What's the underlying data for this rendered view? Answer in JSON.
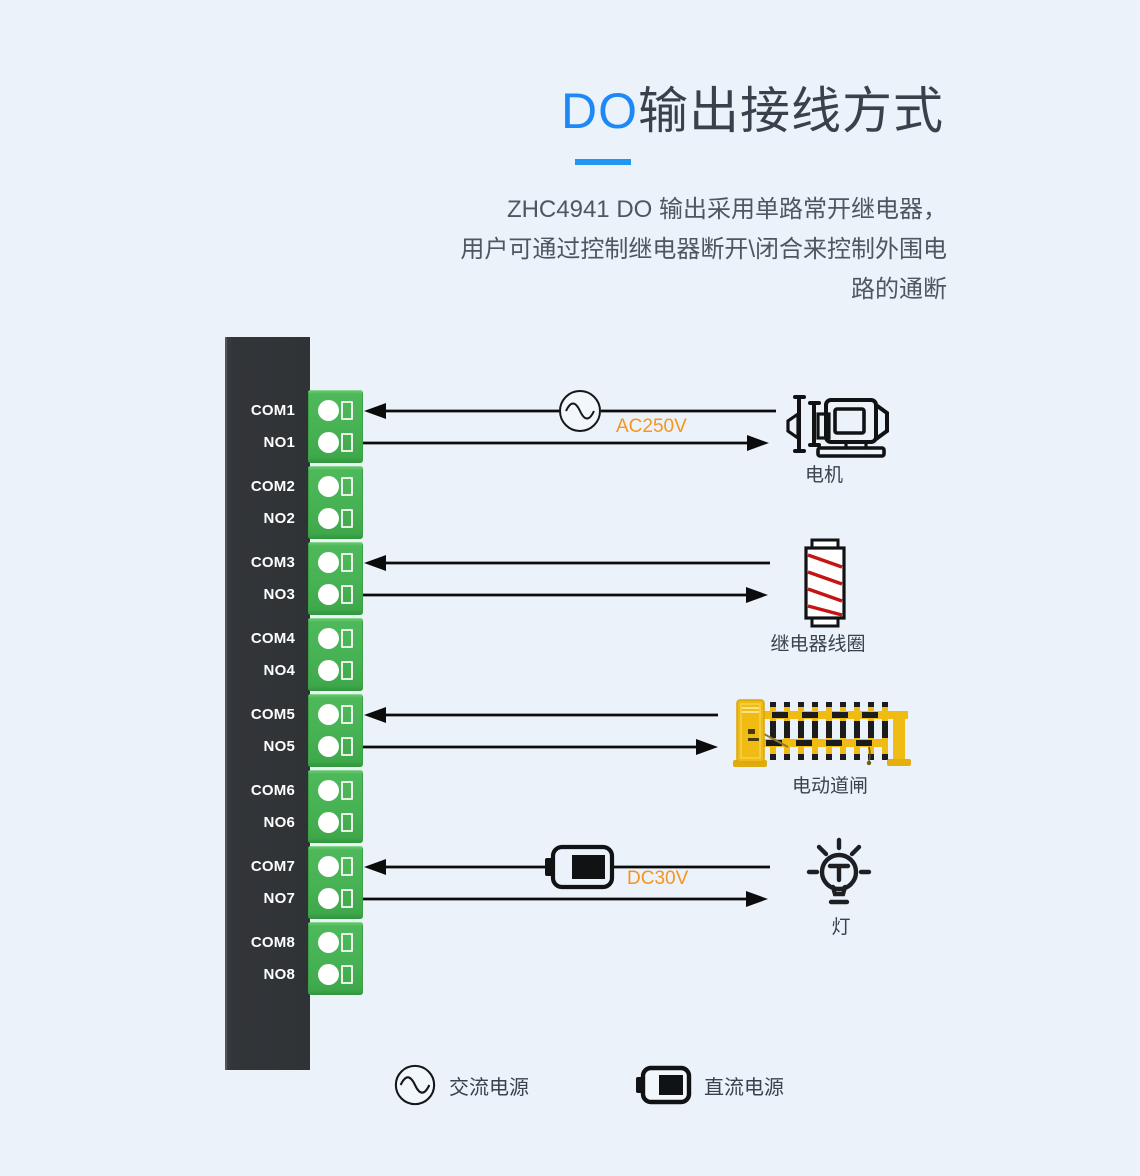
{
  "header": {
    "title_accent": "DO",
    "title_rest": "输出接线方式",
    "subtitle_lines": [
      "ZHC4941 DO 输出采用单路常开继电器，",
      "用户可通过控制继电器断开\\闭合来控制外围电",
      "路的通断"
    ]
  },
  "terminal": {
    "rows": [
      {
        "com": "COM1",
        "no": "NO1"
      },
      {
        "com": "COM2",
        "no": "NO2"
      },
      {
        "com": "COM3",
        "no": "NO3"
      },
      {
        "com": "COM4",
        "no": "NO4"
      },
      {
        "com": "COM5",
        "no": "NO5"
      },
      {
        "com": "COM6",
        "no": "NO6"
      },
      {
        "com": "COM7",
        "no": "NO7"
      },
      {
        "com": "COM8",
        "no": "NO8"
      }
    ]
  },
  "connections": [
    {
      "rows": "COM1/NO1",
      "power_source": "AC250V",
      "source_icon": "ac-source-icon",
      "device": "电机",
      "device_icon": "motor-icon"
    },
    {
      "rows": "COM3/NO3",
      "device": "继电器线圈",
      "device_icon": "relay-coil-icon"
    },
    {
      "rows": "COM5/NO5",
      "device": "电动道闸",
      "device_icon": "barrier-gate-icon"
    },
    {
      "rows": "COM7/NO7",
      "power_source": "DC30V",
      "source_icon": "dc-battery-icon",
      "device": "灯",
      "device_icon": "lamp-icon"
    }
  ],
  "legend": [
    {
      "icon": "ac-source-icon",
      "label": "交流电源"
    },
    {
      "icon": "dc-battery-icon",
      "label": "直流电源"
    }
  ],
  "colors": {
    "background": "#ecf2fa",
    "accent_blue": "#1e88f7",
    "underline_blue": "#2196f3",
    "title_text": "#39424c",
    "subtitle_text": "#4e565f",
    "terminal_green": "#47b254",
    "device_body_dark": "#323539",
    "wire_black": "#0c0c0c",
    "voltage_orange": "#f7941d",
    "barrier_yellow": "#f0bc13",
    "coil_red": "#c51414"
  }
}
